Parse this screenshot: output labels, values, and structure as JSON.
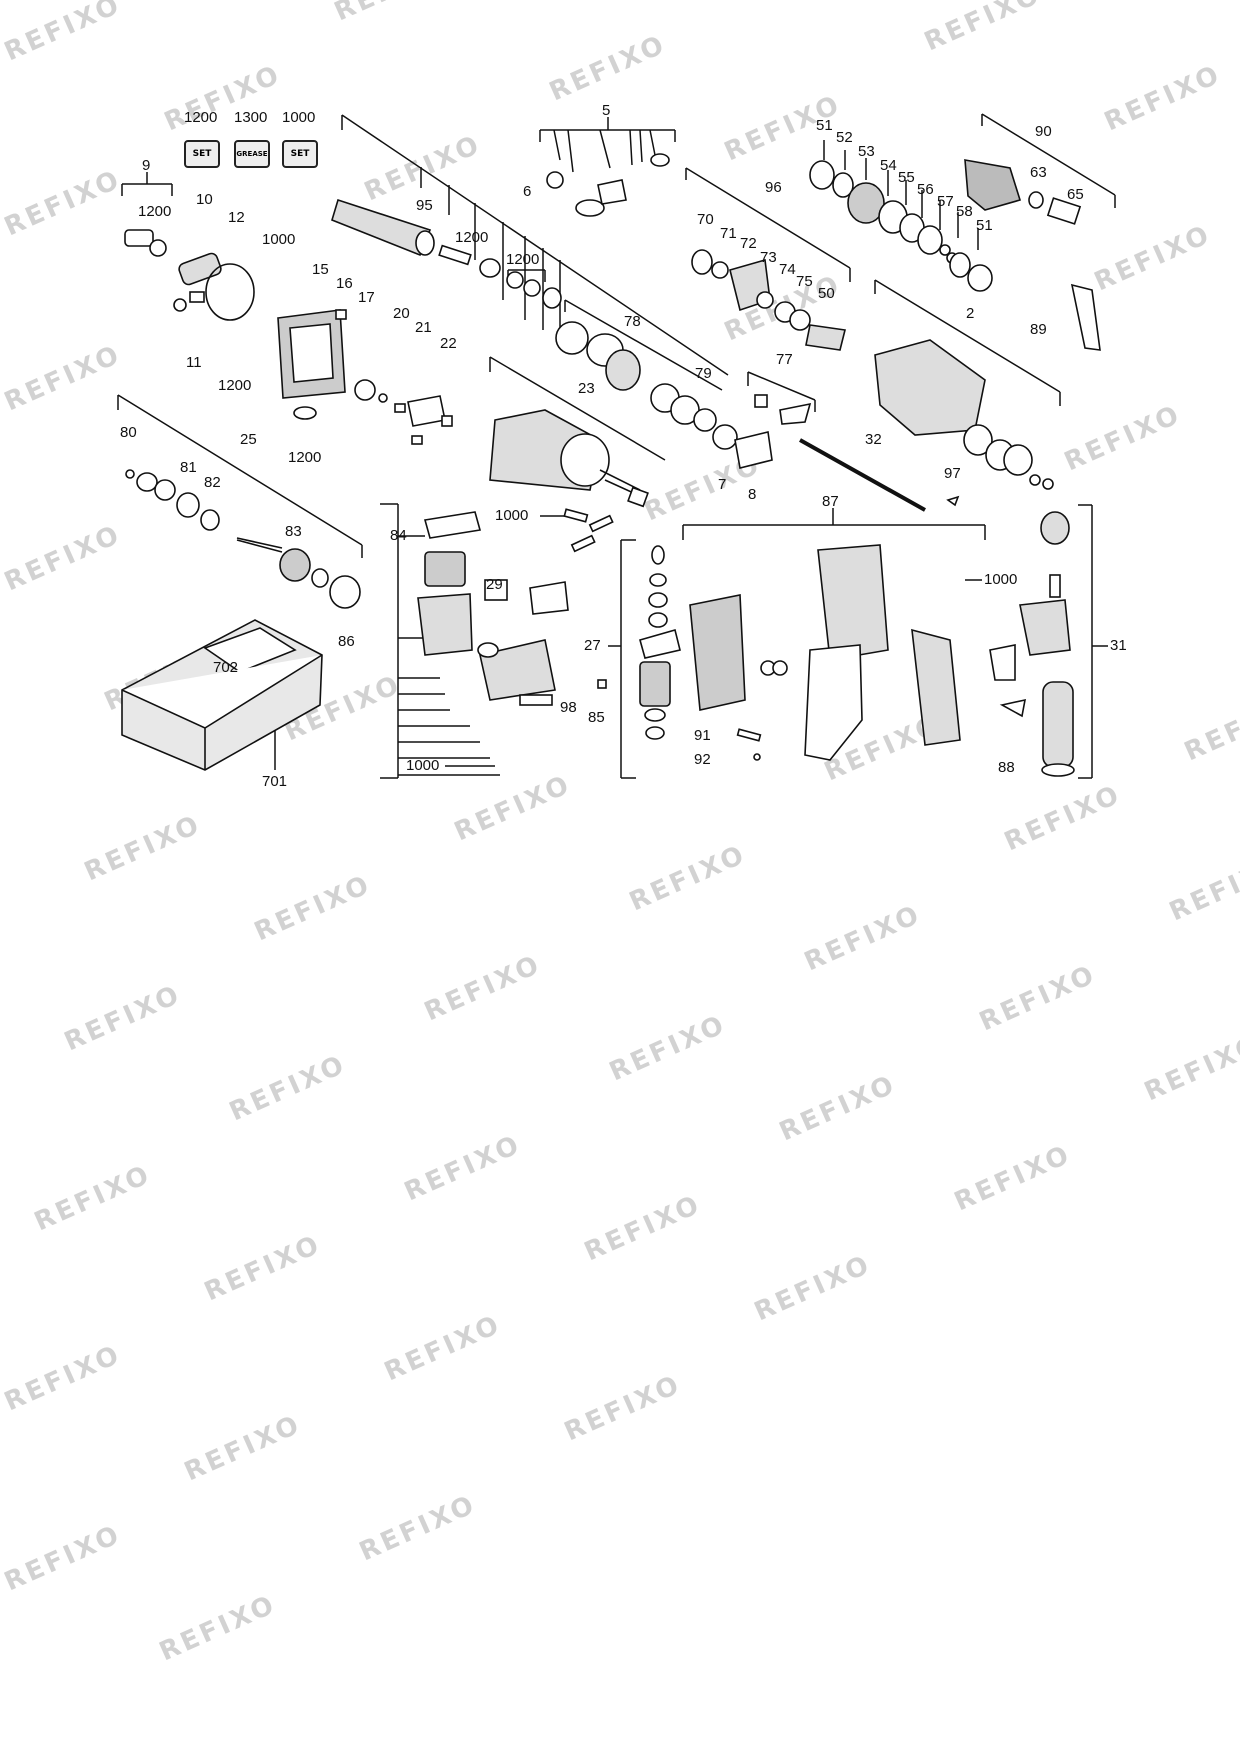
{
  "watermark": "REFIXO",
  "badges": {
    "set_1": {
      "qty": "1200",
      "text": "SET"
    },
    "grease": {
      "qty": "1300",
      "text": "GREASE"
    },
    "set_2": {
      "qty": "1000",
      "text": "SET"
    }
  },
  "labels": {
    "p9": "9",
    "p1200a": "1200",
    "p10": "10",
    "p12": "12",
    "p11": "11",
    "p1000a": "1000",
    "p15": "15",
    "p16": "16",
    "p17": "17",
    "p1200b": "1200",
    "p20": "20",
    "p21": "21",
    "p22": "22",
    "p95": "95",
    "p6": "6",
    "p1200c": "1200",
    "p1200d": "1200",
    "p5": "5",
    "p78": "78",
    "p79": "79",
    "p23": "23",
    "p1000b": "1000",
    "p7": "7",
    "p8": "8",
    "p96": "96",
    "p70": "70",
    "p71": "71",
    "p72": "72",
    "p73": "73",
    "p74": "74",
    "p75": "75",
    "p50": "50",
    "p77": "77",
    "p32": "32",
    "p51a": "51",
    "p52": "52",
    "p53": "53",
    "p54": "54",
    "p55": "55",
    "p56": "56",
    "p57": "57",
    "p58": "58",
    "p51b": "51",
    "p90": "90",
    "p63": "63",
    "p65": "65",
    "p89": "89",
    "p2": "2",
    "p97": "97",
    "p80": "80",
    "p81": "81",
    "p82": "82",
    "p25": "25",
    "p1200e": "1200",
    "p83": "83",
    "p84": "84",
    "p86": "86",
    "p29": "29",
    "p98": "98",
    "p1000c": "1000",
    "p27": "27",
    "p85": "85",
    "p87": "87",
    "p1000d": "1000",
    "p91": "91",
    "p92": "92",
    "p31": "31",
    "p88": "88",
    "p702": "702",
    "p701": "701"
  }
}
